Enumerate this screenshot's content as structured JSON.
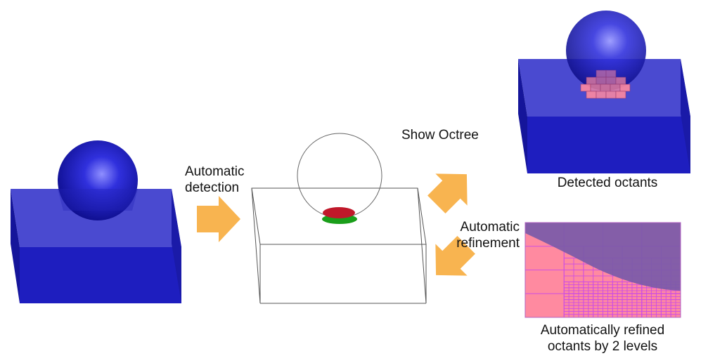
{
  "labels": {
    "automatic_detection": [
      "Automatic",
      "detection"
    ],
    "show_octree": "Show Octree",
    "detected_octants": "Detected octants",
    "automatic_refinement": [
      "Automatic",
      "refinement"
    ],
    "refined_caption": [
      "Automatically refined",
      "octants by 2 levels"
    ]
  },
  "colors": {
    "box_blue": "#1f1fbf",
    "sphere_blue": "#2b2bd8",
    "arrow_orange": "#f8b450",
    "contact_red": "#c0182a",
    "contact_green": "#1a9e1a",
    "octant_pink": "#ff8aa0",
    "grid_magenta": "#d050e0"
  }
}
